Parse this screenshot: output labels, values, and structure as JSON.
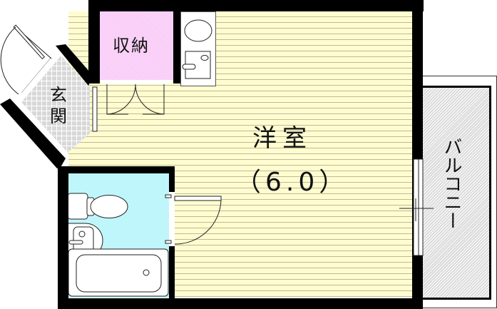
{
  "floor_plan": {
    "rooms": {
      "western_room": {
        "name": "洋室",
        "size": "（6.0）"
      },
      "storage": {
        "name": "収納"
      },
      "entrance": {
        "name": "玄関"
      },
      "balcony": {
        "name": "バルコニー"
      }
    },
    "colors": {
      "western_room": "#fffdd0",
      "storage": "#f9ccf7",
      "bathroom": "#bff6fb",
      "entrance": "#d8d8d8",
      "balcony": "#dadada",
      "walls": "#000000"
    }
  }
}
